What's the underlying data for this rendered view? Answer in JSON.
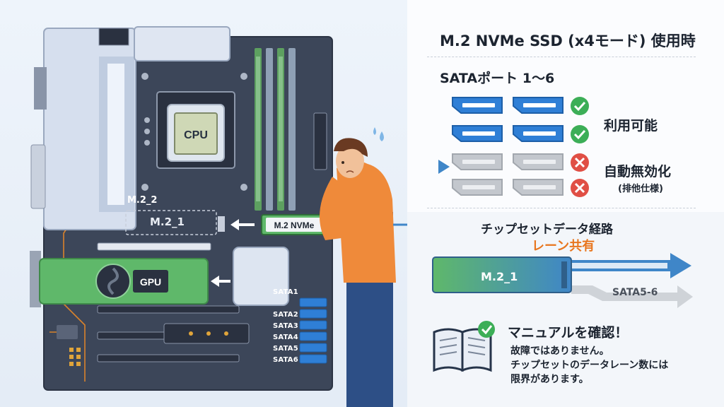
{
  "board": {
    "cpu_label": "CPU",
    "gpu_label": "GPU",
    "m2_2_label": "M.2_2",
    "m2_1_label": "M.2_1",
    "nvme_label": "M.2 NVMe",
    "sata_ports": [
      "SATA1",
      "SATA2",
      "SATA3",
      "SATA4",
      "SATA5",
      "SATA6"
    ]
  },
  "panel": {
    "title": "M.2 NVMe SSD (x4モード) 使用時",
    "sata_heading": "SATAポート 1〜6",
    "available_label": "利用可能",
    "disabled_label": "自動無効化",
    "disabled_sub": "(排他仕様)",
    "route_title": "チップセットデータ経路",
    "route_sub": "レーン共有",
    "route_m2": "M.2_1",
    "route_sata": "SATA5-6",
    "manual_title": "マニュアルを確認！",
    "manual_line1": "故障ではありません。",
    "manual_line2": "チップセットのデータレーン数には",
    "manual_line3": "限界があります。"
  },
  "colors": {
    "board": "#3c4659",
    "port_available": "#2f7fd6",
    "port_disabled": "#c3c7cd",
    "check": "#3cae57",
    "cross": "#e04f45",
    "accent_orange": "#e8761e",
    "route_arrow": "#3f86c8",
    "gpu_green": "#5fb86a"
  },
  "icons": [
    "check-icon",
    "cross-icon",
    "book-icon",
    "sweat-drop-icon",
    "arrow-right-icon",
    "arrow-left-icon"
  ]
}
